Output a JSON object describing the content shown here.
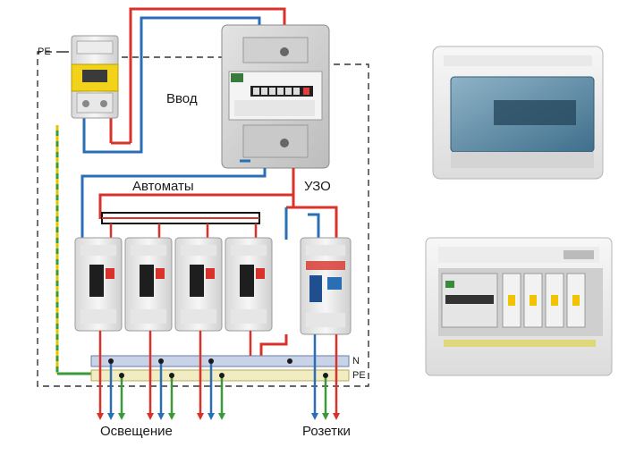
{
  "labels": {
    "pe_top": "PE",
    "input": "Ввод",
    "breakers": "Автоматы",
    "rcd": "УЗО",
    "n_bus": "N",
    "pe_bus": "PE",
    "lighting": "Освещение",
    "sockets": "Розетки"
  },
  "colors": {
    "phase": "#d9322b",
    "neutral": "#2a6fb5",
    "ground": "#3a9a3a",
    "ground_alt": "#e0c400",
    "enclosure_dash": "#333333",
    "bus_n": "#c9d3e8",
    "bus_pe": "#f1ecc2"
  },
  "device_count": {
    "breakers": 4,
    "rcd": 1
  }
}
